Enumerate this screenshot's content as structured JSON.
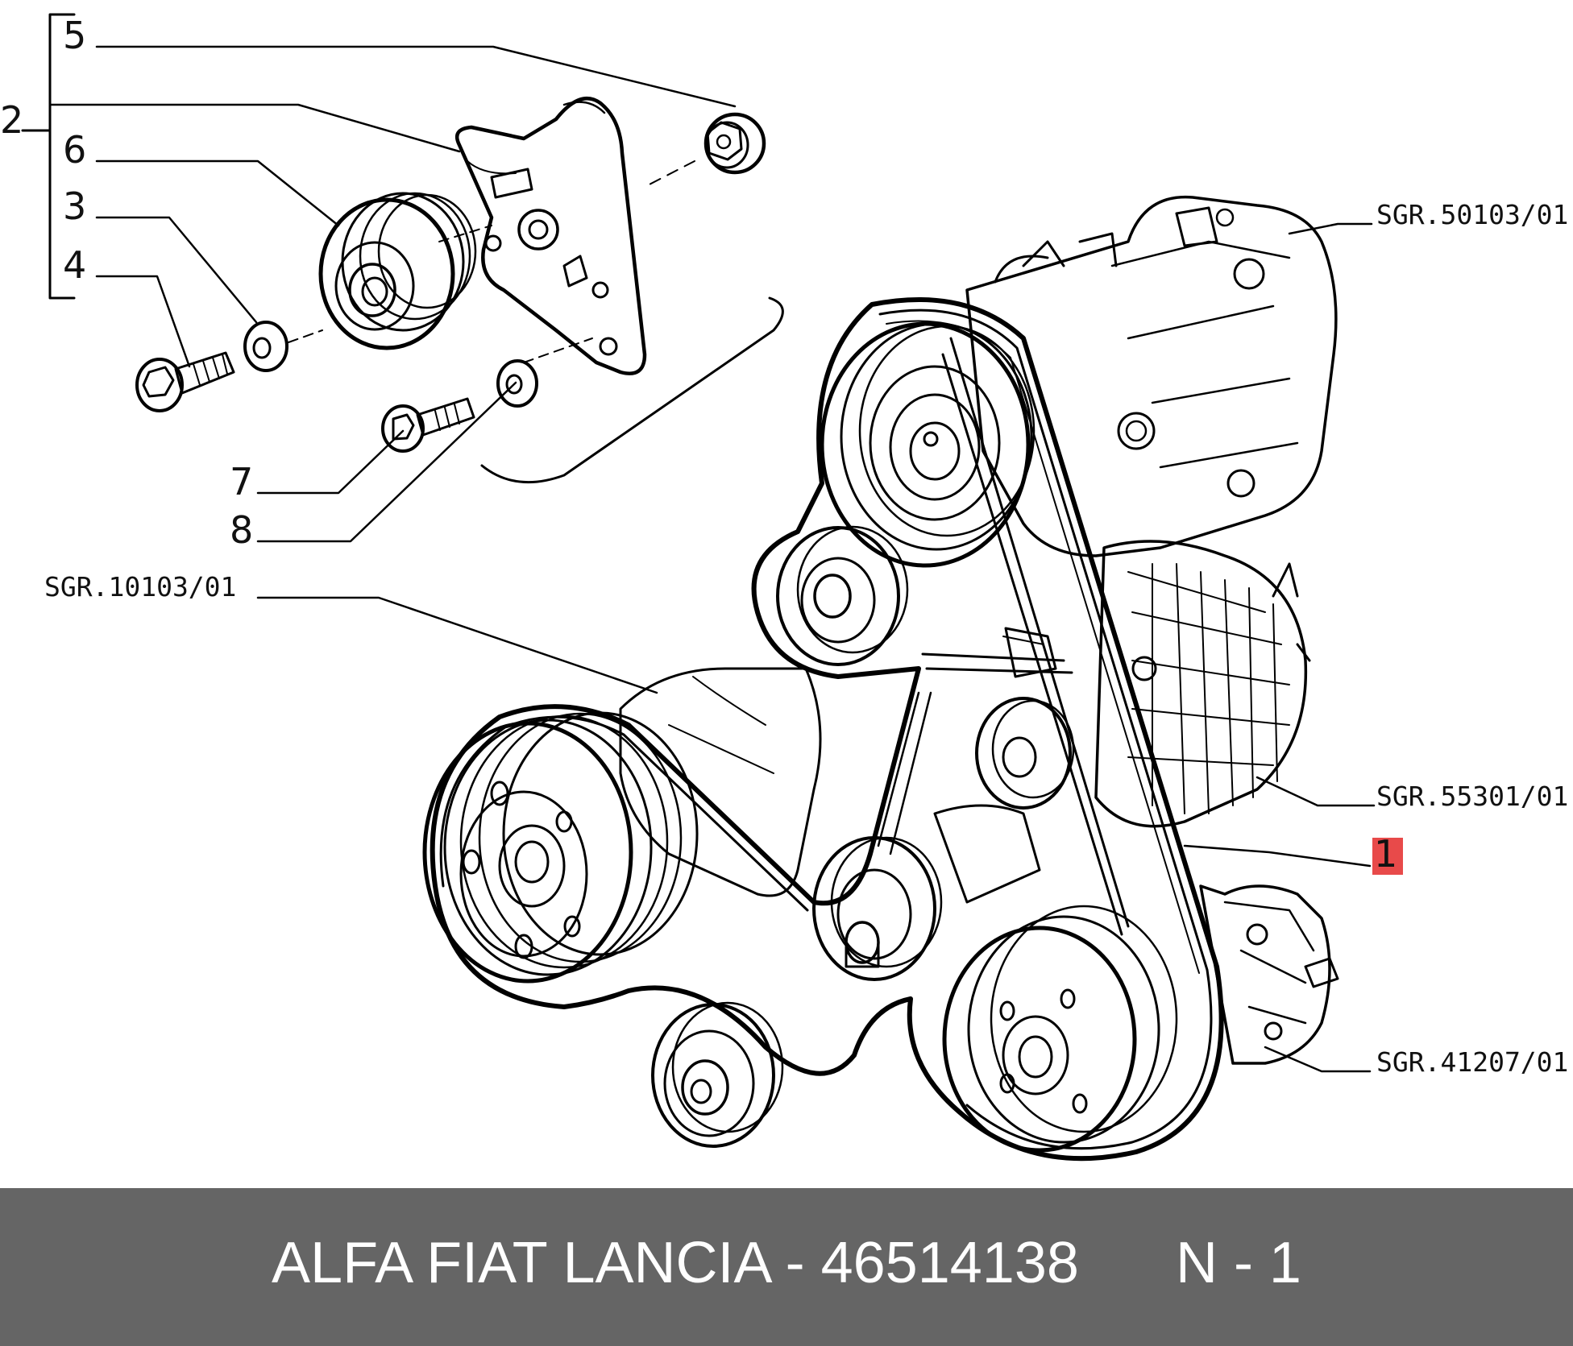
{
  "callouts": {
    "c1": "1",
    "c2": "2",
    "c3": "3",
    "c4": "4",
    "c5": "5",
    "c6": "6",
    "c7": "7",
    "c8": "8"
  },
  "group_refs": {
    "compressor": "SGR.50103/01",
    "engine": "SGR.10103/01",
    "alternator": "SGR.55301/01",
    "steering_pump": "SGR.41207/01"
  },
  "highlight_color": "#e84a4a",
  "footer": {
    "brand_part": "ALFA FIAT LANCIA - 46514138",
    "sheet": "N - 1",
    "background": "#656565"
  }
}
